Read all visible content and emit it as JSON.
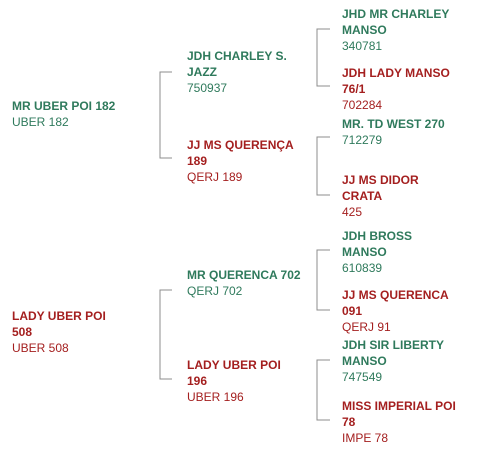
{
  "colors": {
    "male": "#2f7a5c",
    "female": "#a41f1f",
    "connector": "#8c8c8c"
  },
  "pedigree": {
    "sire": {
      "name": "MR UBER POI 182",
      "reg": "UBER 182"
    },
    "dam": {
      "name": "LADY UBER POI 508",
      "reg": "UBER 508"
    },
    "sire_sire": {
      "name": "JDH CHARLEY S. JAZZ",
      "reg": "750937"
    },
    "sire_dam": {
      "name": "JJ MS QUERENÇA 189",
      "reg": "QERJ 189"
    },
    "dam_sire": {
      "name": "MR QUERENCA 702",
      "reg": "QERJ 702"
    },
    "dam_dam": {
      "name": "LADY UBER POI 196",
      "reg": "UBER 196"
    },
    "sss": {
      "name": "JHD MR CHARLEY MANSO",
      "reg": "340781"
    },
    "ssd": {
      "name": "JDH LADY MANSO 76/1",
      "reg": "702284"
    },
    "sds": {
      "name": "MR. TD WEST 270",
      "reg": "712279"
    },
    "sdd": {
      "name": "JJ MS DIDOR CRATA",
      "reg": "425"
    },
    "dss": {
      "name": "JDH BROSS MANSO",
      "reg": "610839"
    },
    "dsd": {
      "name": "JJ MS QUERENCA 091",
      "reg": "QERJ 91"
    },
    "dds": {
      "name": "JDH SIR LIBERTY MANSO",
      "reg": "747549"
    },
    "ddd": {
      "name": "MISS IMPERIAL POI 78",
      "reg": "IMPE 78"
    }
  }
}
